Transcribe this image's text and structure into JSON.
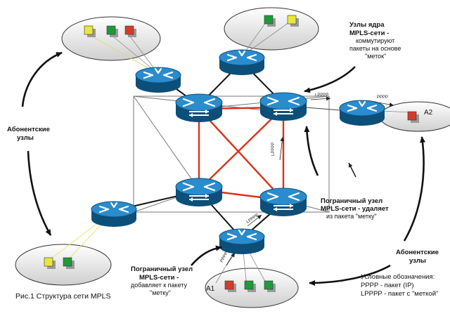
{
  "caption": "Рис.1 Структура сети MPLS",
  "annotations": {
    "core_title_1": "Узлы ядра",
    "core_title_2": "MPLS-сети -",
    "core_rest_1": "коммутируют",
    "core_rest_2": "пакеты на основе",
    "core_rest_3": "\"меток\"",
    "subscriber_left_1": "Абонентские",
    "subscriber_left_2": "узлы",
    "subscriber_right_1": "Абонентские",
    "subscriber_right_2": "узлы",
    "edge_remove_1": "Пограничный узел",
    "edge_remove_2": "MPLS-сети - удаляет",
    "edge_remove_3": "из пакета \"метку\"",
    "edge_add_1": "Пограничный узел",
    "edge_add_2": "MPLS-сети -",
    "edge_add_3": "добавляет к пакету",
    "edge_add_4": "\"метку\""
  },
  "legend": {
    "title": "Условные обозначения:",
    "line1": "PPPP - пакет (IP)",
    "line2": "LPPPP - пакет с \"меткой\""
  },
  "host_labels": {
    "a1": "A1",
    "a2": "A2"
  },
  "packet_labels": {
    "lpppp_top": "LPPPP",
    "pppp_right": "PPPP",
    "lpppp_mid": "LPPPP",
    "lpppp_low": "LPPPP",
    "pppp_bottom": "PPPP"
  },
  "colors": {
    "router": "#1f7fb8",
    "router_dark": "#0c4f79",
    "mesh": "#d8321c",
    "link": "#111111",
    "host_yellow": "#e8e83a",
    "host_green": "#1e9a3a",
    "host_red": "#d33c2a",
    "host_shadow": "#9a9a9a"
  }
}
